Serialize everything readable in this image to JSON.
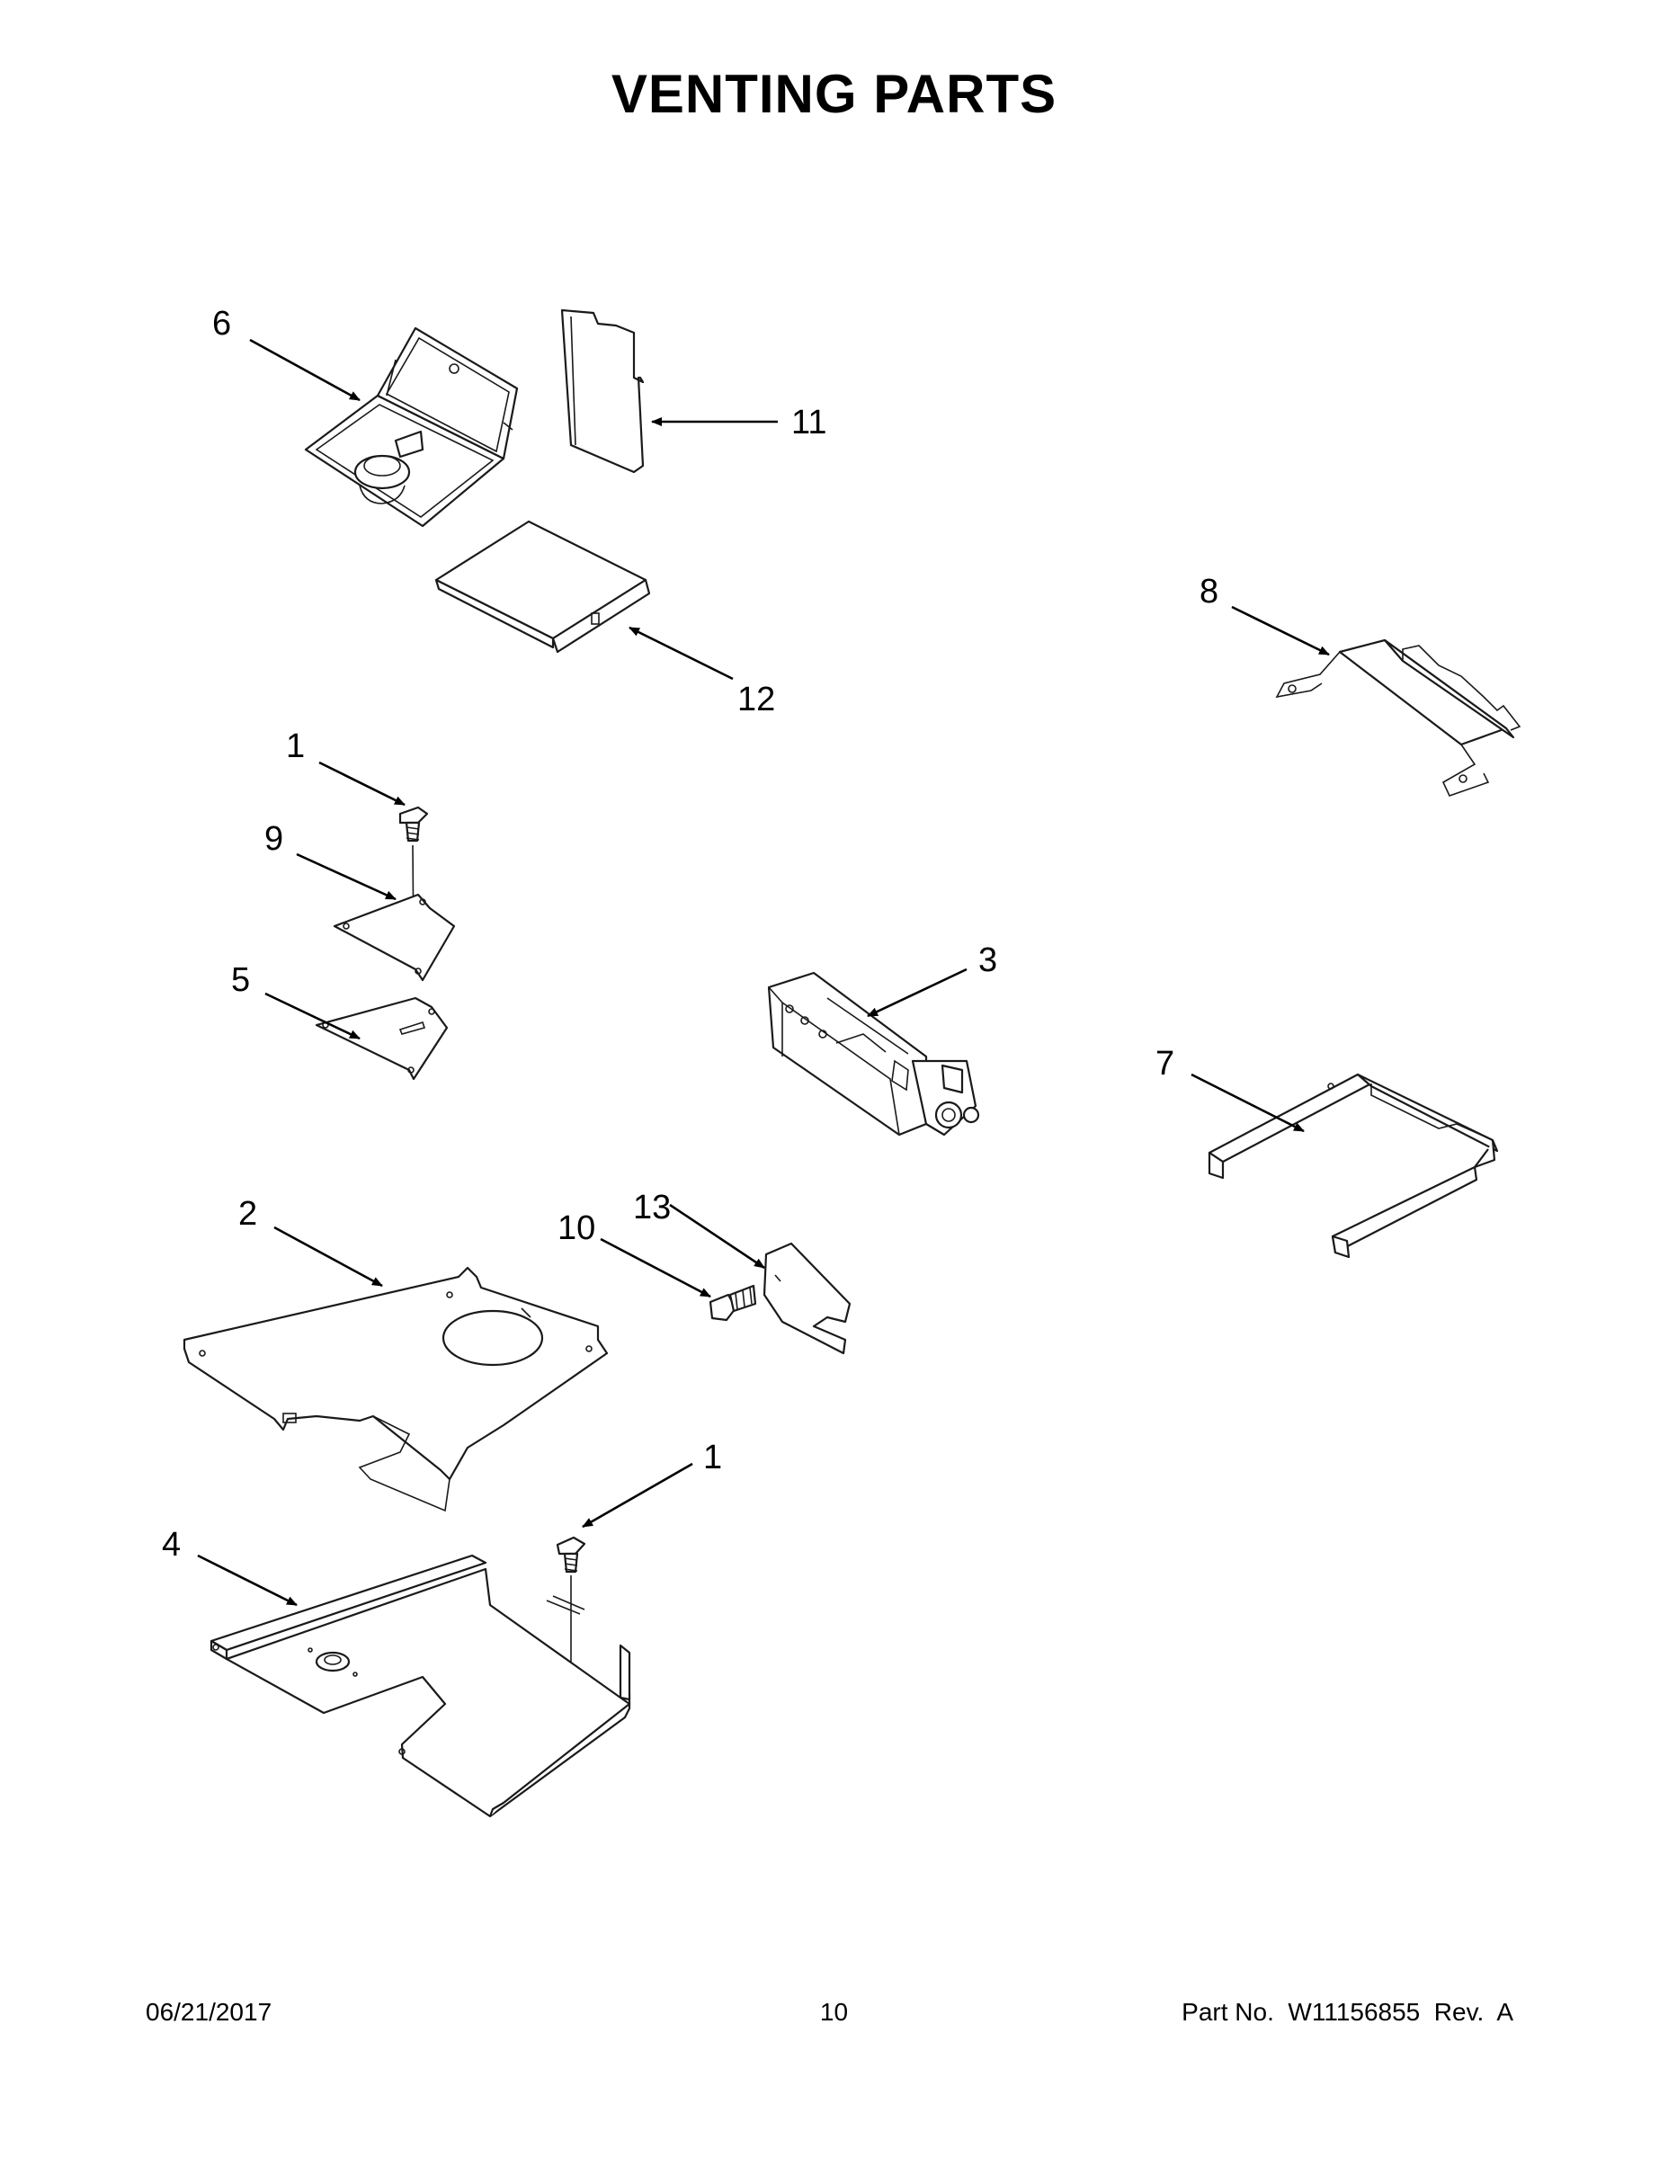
{
  "title": "VENTING PARTS",
  "callouts": {
    "c1a": "1",
    "c1b": "1",
    "c2": "2",
    "c3": "3",
    "c4": "4",
    "c5": "5",
    "c6": "6",
    "c7": "7",
    "c8": "8",
    "c9": "9",
    "c10": "10",
    "c11": "11",
    "c12": "12",
    "c13": "13"
  },
  "footer": {
    "date": "06/21/2017",
    "page": "10",
    "part_number": "Part No.  W11156855  Rev.  A"
  }
}
